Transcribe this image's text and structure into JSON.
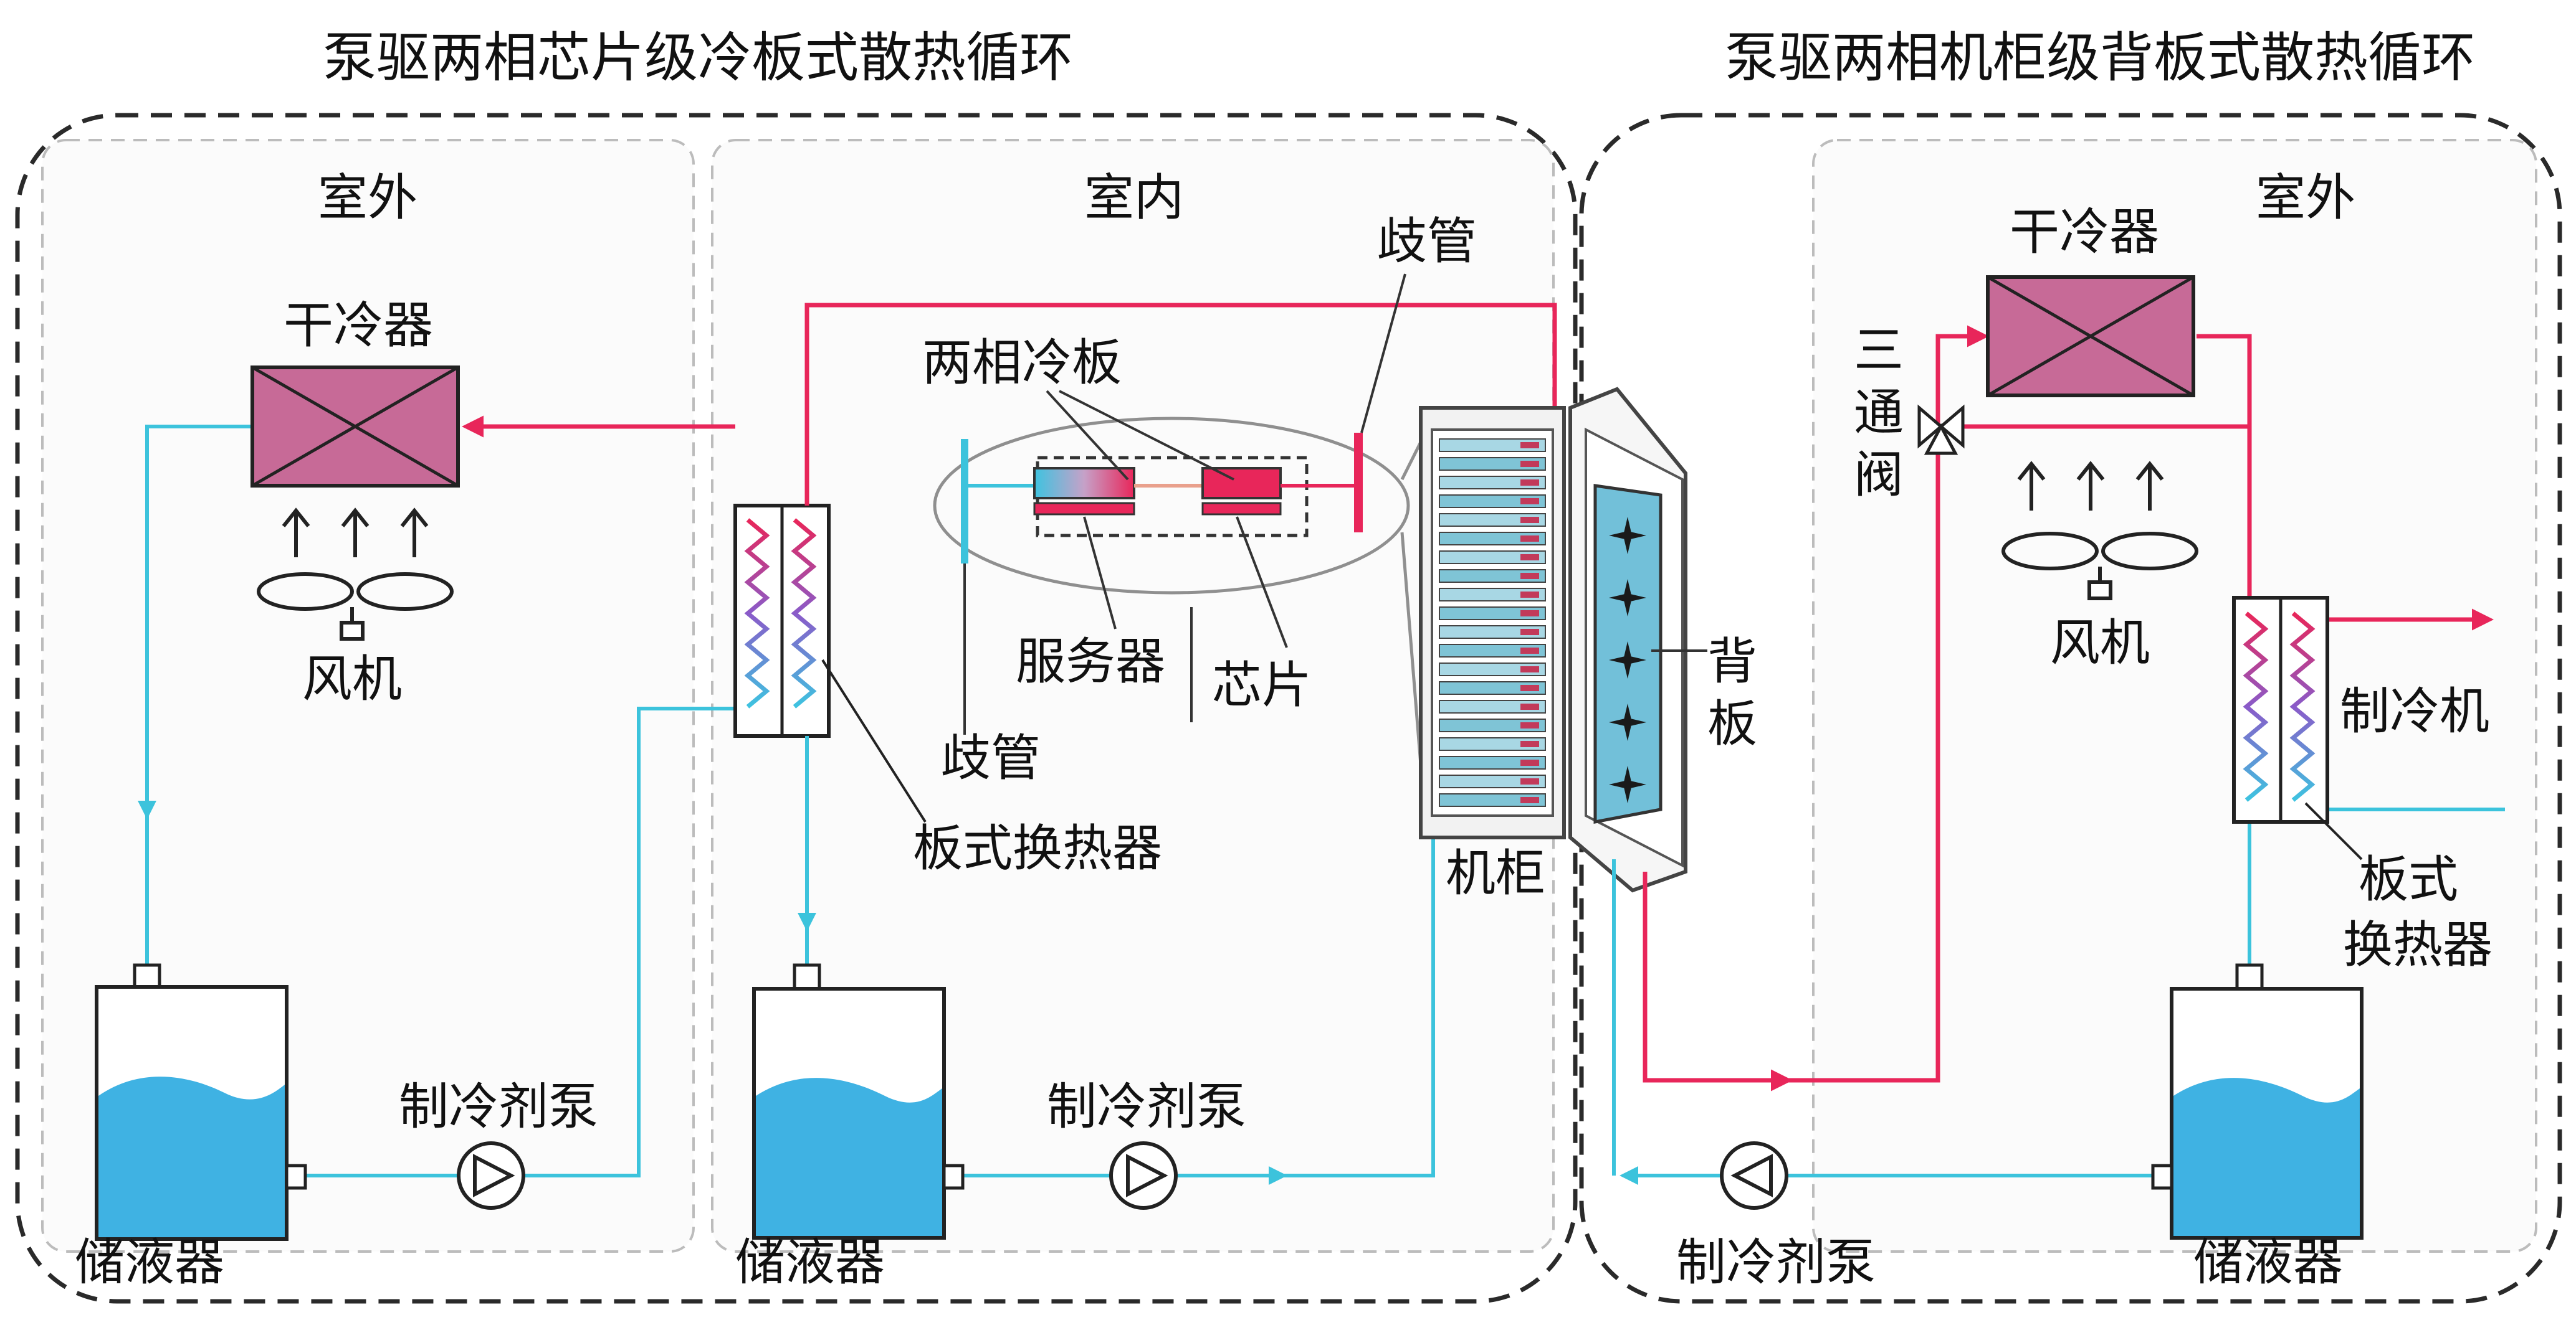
{
  "titles": {
    "left": "泵驱两相芯片级冷板式散热循环",
    "right": "泵驱两相机柜级背板式散热循环"
  },
  "zones": {
    "left_outdoor": "室外",
    "indoor": "室内",
    "right_outdoor": "室外"
  },
  "left_loop": {
    "dry_cooler": "干冷器",
    "fan": "风机",
    "receiver": "储液器",
    "pump": "制冷剂泵"
  },
  "middle_loop": {
    "plate_hx": "板式换热器",
    "receiver": "储液器",
    "pump": "制冷剂泵",
    "two_phase_cold_plate": "两相冷板",
    "server": "服务器",
    "chip": "芯片",
    "manifold_left": "歧管",
    "manifold_top": "歧管",
    "cabinet": "机柜"
  },
  "right_loop": {
    "back_panel_l1": "背",
    "back_panel_l2": "板",
    "dry_cooler": "干冷器",
    "three_way_valve": [
      "三",
      "通",
      "阀"
    ],
    "fan": "风机",
    "chiller": "制冷机",
    "plate_hx_l1": "板式",
    "plate_hx_l2": "换热器",
    "receiver": "储液器",
    "pump": "制冷剂泵"
  },
  "colors": {
    "hot_pipe": "#e8265a",
    "cold_pipe": "#3cc3dc",
    "dry_cooler_fill": "#c76a97",
    "liquid": "#3fb2e3",
    "panel_fill": "#72c0d9",
    "dashed_border": "#2a2a2a",
    "zone_divider": "#bcbcbc"
  }
}
